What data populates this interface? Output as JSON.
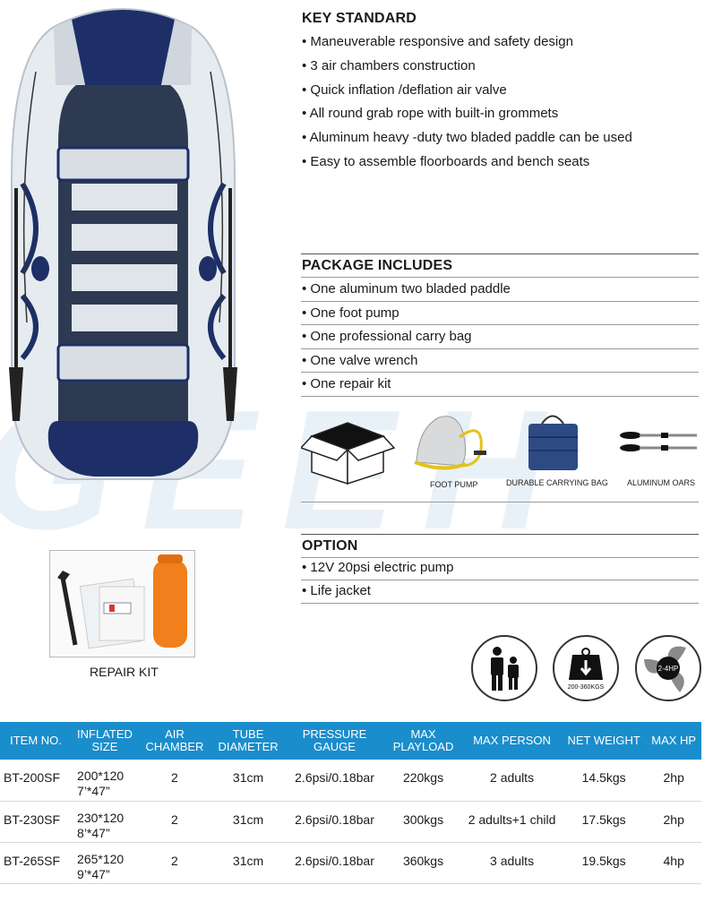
{
  "key_standard": {
    "title": "KEY STANDARD",
    "items": [
      "• Maneuverable responsive  and safety design",
      "• 3 air chambers construction",
      "• Quick inflation /deflation air valve",
      "• All round grab rope with built-in grommets",
      "• Aluminum heavy -duty two bladed paddle can be used",
      "• Easy to assemble floorboards and bench seats"
    ]
  },
  "package_includes": {
    "title": "PACKAGE INCLUDES",
    "items": [
      "• One aluminum two bladed paddle",
      "• One foot pump",
      "• One professional carry bag",
      "• One valve wrench",
      "• One repair kit"
    ],
    "image_labels": [
      "FOOT PUMP",
      "DURABLE CARRYING BAG",
      "ALUMINUM OARS"
    ]
  },
  "option": {
    "title": "OPTION",
    "items": [
      "• 12V 20psi electric pump",
      "• Life jacket"
    ]
  },
  "repair_kit": {
    "label": "REPAIR KIT"
  },
  "icons": {
    "weight_label": "200-360KGS",
    "hp_label": "2-4HP"
  },
  "colors": {
    "table_header": "#1a8dcc",
    "boat_navy": "#1d2f66",
    "boat_light": "#e6ebf0",
    "orange": "#f07f1c"
  },
  "table": {
    "headers": [
      [
        "ITEM NO.",
        ""
      ],
      [
        "INFLATED",
        "SIZE"
      ],
      [
        "AIR",
        "CHAMBER"
      ],
      [
        "TUBE",
        "DIAMETER"
      ],
      [
        "PRESSURE",
        "GAUGE"
      ],
      [
        "MAX",
        "PLAYLOAD"
      ],
      [
        "MAX PERSON",
        ""
      ],
      [
        "NET WEIGHT",
        ""
      ],
      [
        "MAX HP",
        ""
      ]
    ],
    "rows": [
      {
        "item": "BT-200SF",
        "size1": "200*120",
        "size2": "7’*47”",
        "chamber": "2",
        "tube": "31cm",
        "pressure": "2.6psi/0.18bar",
        "payload": "220kgs",
        "person": "2 adults",
        "weight": "14.5kgs",
        "hp": "2hp"
      },
      {
        "item": "BT-230SF",
        "size1": "230*120",
        "size2": "8’*47”",
        "chamber": "2",
        "tube": "31cm",
        "pressure": "2.6psi/0.18bar",
        "payload": "300kgs",
        "person": "2 adults+1 child",
        "weight": "17.5kgs",
        "hp": "2hp"
      },
      {
        "item": "BT-265SF",
        "size1": "265*120",
        "size2": "9’*47”",
        "chamber": "2",
        "tube": "31cm",
        "pressure": "2.6psi/0.18bar",
        "payload": "360kgs",
        "person": "3 adults",
        "weight": "19.5kgs",
        "hp": "4hp"
      }
    ]
  }
}
